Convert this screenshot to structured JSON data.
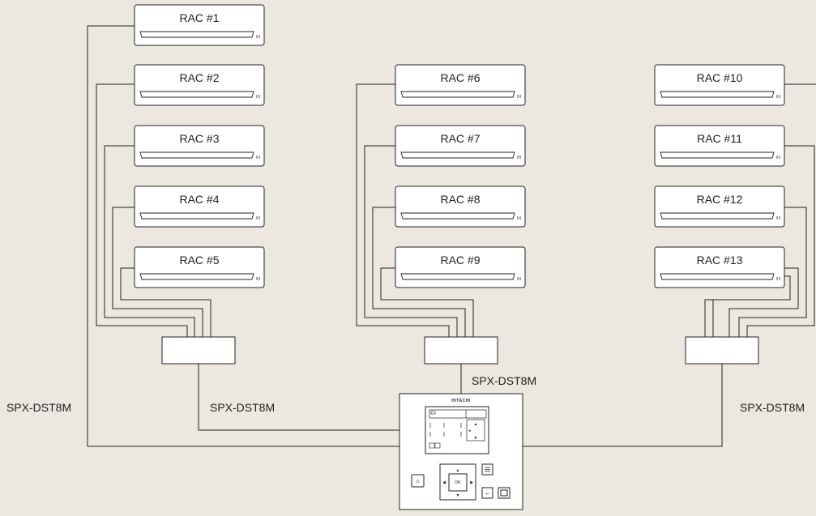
{
  "units": [
    {
      "id": 1,
      "label": "RAC #1"
    },
    {
      "id": 2,
      "label": "RAC #2"
    },
    {
      "id": 3,
      "label": "RAC #3"
    },
    {
      "id": 4,
      "label": "RAC #4"
    },
    {
      "id": 5,
      "label": "RAC #5"
    },
    {
      "id": 6,
      "label": "RAC #6"
    },
    {
      "id": 7,
      "label": "RAC #7"
    },
    {
      "id": 8,
      "label": "RAC #8"
    },
    {
      "id": 9,
      "label": "RAC #9"
    },
    {
      "id": 10,
      "label": "RAC #10"
    },
    {
      "id": 11,
      "label": "RAC #11"
    },
    {
      "id": 12,
      "label": "RAC #12"
    },
    {
      "id": 13,
      "label": "RAC #13"
    }
  ],
  "connectors": {
    "left_direct": "SPX-DST8M",
    "left_hub": "SPX-DST8M",
    "center_hub": "SPX-DST8M",
    "right": "SPX-DST8M"
  },
  "controller": {
    "brand": "HITACHI",
    "ok_label": "OK"
  },
  "colors": {
    "background": "#ede8df",
    "stroke": "#222222",
    "fill": "#ffffff"
  }
}
